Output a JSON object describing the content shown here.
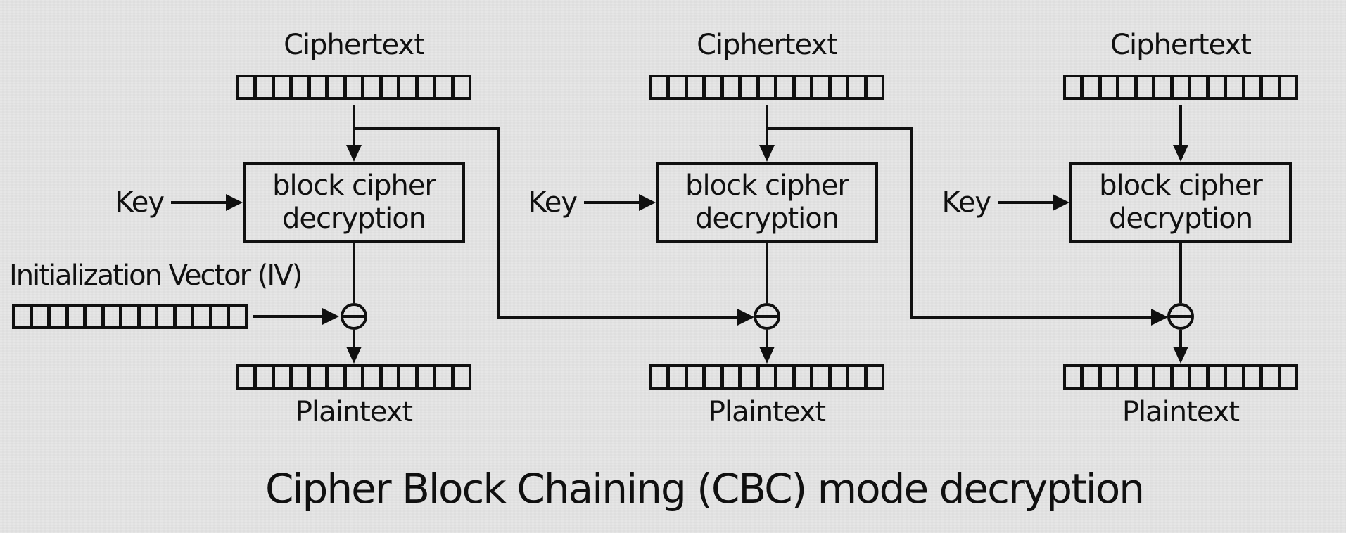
{
  "title": "Cipher Block Chaining (CBC) mode decryption",
  "iv": {
    "label": "Initialization Vector (IV)"
  },
  "bit_block": {
    "cells": 13
  },
  "columns": [
    {
      "top_label": "Ciphertext",
      "key_label": "Key",
      "box_line1": "block cipher",
      "box_line2": "decryption",
      "bottom_label": "Plaintext"
    },
    {
      "top_label": "Ciphertext",
      "key_label": "Key",
      "box_line1": "block cipher",
      "box_line2": "decryption",
      "bottom_label": "Plaintext"
    },
    {
      "top_label": "Ciphertext",
      "key_label": "Key",
      "box_line1": "block cipher",
      "box_line2": "decryption",
      "bottom_label": "Plaintext"
    }
  ],
  "colors": {
    "background": "#e4e4e4",
    "line": "#101010",
    "text": "#101010"
  }
}
